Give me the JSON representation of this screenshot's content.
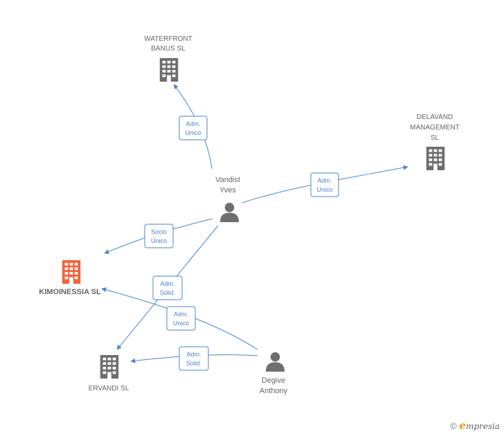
{
  "nodes": {
    "waterfront": {
      "line1": "WATERFRONT",
      "line2": "BANUS SL",
      "kind": "company"
    },
    "delavand": {
      "line1": "DELAVAND",
      "line2": "MANAGEMENT",
      "line3": "SL",
      "kind": "company"
    },
    "kimoinessia": {
      "line1": "KIMOINESSIA SL",
      "kind": "company-main"
    },
    "ervandi": {
      "line1": "ERVANDI SL",
      "kind": "company"
    },
    "vandist": {
      "line1": "Vandist",
      "line2": "Yves",
      "kind": "person"
    },
    "degive": {
      "line1": "Degive",
      "line2": "Anthony",
      "kind": "person"
    }
  },
  "edges": {
    "e1": {
      "line1": "Adm.",
      "line2": "Unico"
    },
    "e2": {
      "line1": "Adm.",
      "line2": "Unico"
    },
    "e3": {
      "line1": "Socio",
      "line2": "Único"
    },
    "e4": {
      "line1": "Adm.",
      "line2": "Solid."
    },
    "e5": {
      "line1": "Adm.",
      "line2": "Unico"
    },
    "e6": {
      "line1": "Adm.",
      "line2": "Solid."
    }
  },
  "colors": {
    "company": "#6e6e6e",
    "main": "#f0643c",
    "person": "#6e6e6e",
    "edge": "#4a86c8"
  },
  "footer": {
    "copyright": "©",
    "brand_first": "e",
    "brand_rest": "mpresia"
  }
}
